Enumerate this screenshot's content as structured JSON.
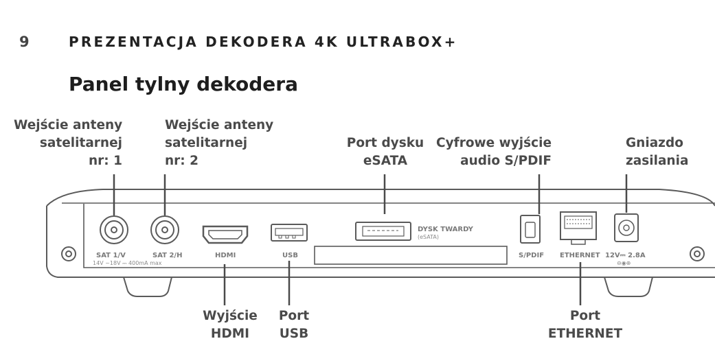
{
  "header": {
    "page_number": "9",
    "section_title": "PREZENTACJA DEKODERA 4K ULTRABOX+"
  },
  "heading": "Panel tylny dekodera",
  "callouts": {
    "sat1": [
      "Wejście anteny",
      "satelitarnej",
      "nr: 1"
    ],
    "sat2": [
      "Wejście anteny",
      "satelitarnej",
      "nr: 2"
    ],
    "esata": [
      "Port dysku",
      "eSATA"
    ],
    "spdif": [
      "Cyfrowe wyjście",
      "audio S/PDIF"
    ],
    "power": [
      "Gniazdo",
      "zasilania"
    ],
    "hdmi": [
      "Wyjście",
      "HDMI"
    ],
    "usb": [
      "Port",
      "USB"
    ],
    "ethernet": [
      "Port",
      "ETHERNET"
    ]
  },
  "panel_labels": {
    "sat1": "SAT 1/V",
    "sat1_spec": "14V ~18V ⎓ 400mA max",
    "sat2": "SAT 2/H",
    "hdmi": "HDMI",
    "usb": "USB",
    "hdd": "DYSK TWARDY",
    "hdd_sub": "(eSATA)",
    "spdif": "S/PDIF",
    "ethernet": "ETHERNET",
    "power": "12V⎓ 2.8A",
    "power_symbol": "⊖◉⊕"
  },
  "colors": {
    "outline": "#555555",
    "text": "#4a4a4a"
  }
}
